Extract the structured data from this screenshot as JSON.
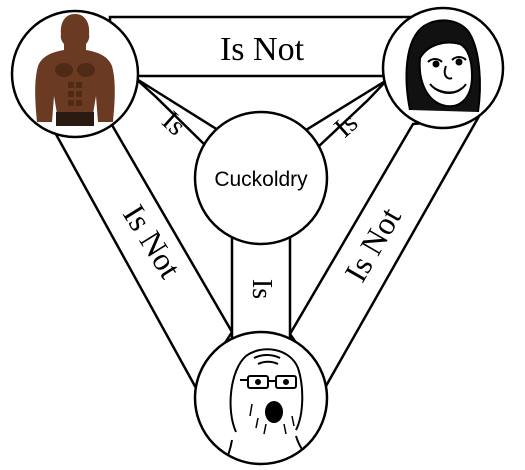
{
  "center": {
    "label": "Cuckoldry"
  },
  "edges": {
    "top": "Is Not",
    "left": "Is Not",
    "right": "Is Not",
    "spoke_left": "Is",
    "spoke_right": "Is",
    "spoke_bottom": "Is"
  },
  "nodes": {
    "top_left": {
      "icon": "muscular-man-photo"
    },
    "top_right": {
      "icon": "smiling-long-hair-face-drawing"
    },
    "bottom": {
      "icon": "soyjak-glasses-face-drawing"
    }
  },
  "colors": {
    "stroke": "#000000",
    "fill": "#ffffff",
    "skin_photo": "#6b3a22"
  }
}
